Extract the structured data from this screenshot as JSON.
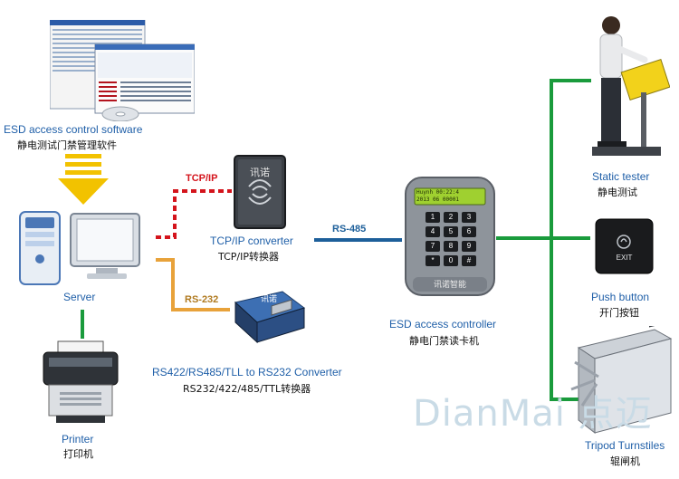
{
  "nodes": {
    "software": {
      "en": "ESD access control software",
      "zh": "静电测试门禁管理软件"
    },
    "server": {
      "en": "Server"
    },
    "printer": {
      "en": "Printer",
      "zh": "打印机"
    },
    "tcpip_converter": {
      "en": "TCP/IP converter",
      "zh": "TCP/IP转换器",
      "brand": "讯诺"
    },
    "rs_converter": {
      "en": "RS422/RS485/TLL to RS232 Converter",
      "zh": "RS232/422/485/TTL转换器",
      "brand": "讯诺"
    },
    "controller": {
      "en": "ESD access controller",
      "zh": "静电门禁读卡机",
      "brand": "讯诺智能",
      "lcd_line1": "Huynh  00:22:4",
      "lcd_line2": "2013 06 00001",
      "keys": [
        "1",
        "2",
        "3",
        "4",
        "5",
        "6",
        "7",
        "8",
        "9",
        "*",
        "0",
        "#"
      ]
    },
    "static_tester": {
      "en": "Static tester",
      "zh": "静电测试"
    },
    "push_button": {
      "en": "Push button",
      "zh": "开门按钮",
      "label": "EXIT"
    },
    "turnstile": {
      "en": "Tripod Turnstiles",
      "zh": "辊闸机"
    }
  },
  "links": {
    "tcpip": "TCP/IP",
    "rs232": "RS-232",
    "rs485": "RS-485"
  },
  "colors": {
    "label_blue": "#1f5fa8",
    "tcpip_red": "#d4141c",
    "rs232_orange": "#e8a23a",
    "rs485_blue": "#1d5f9a",
    "bus_green": "#1a9b3c",
    "arrow_yellow": "#f2c200"
  },
  "watermark": "DianMai 点迈"
}
